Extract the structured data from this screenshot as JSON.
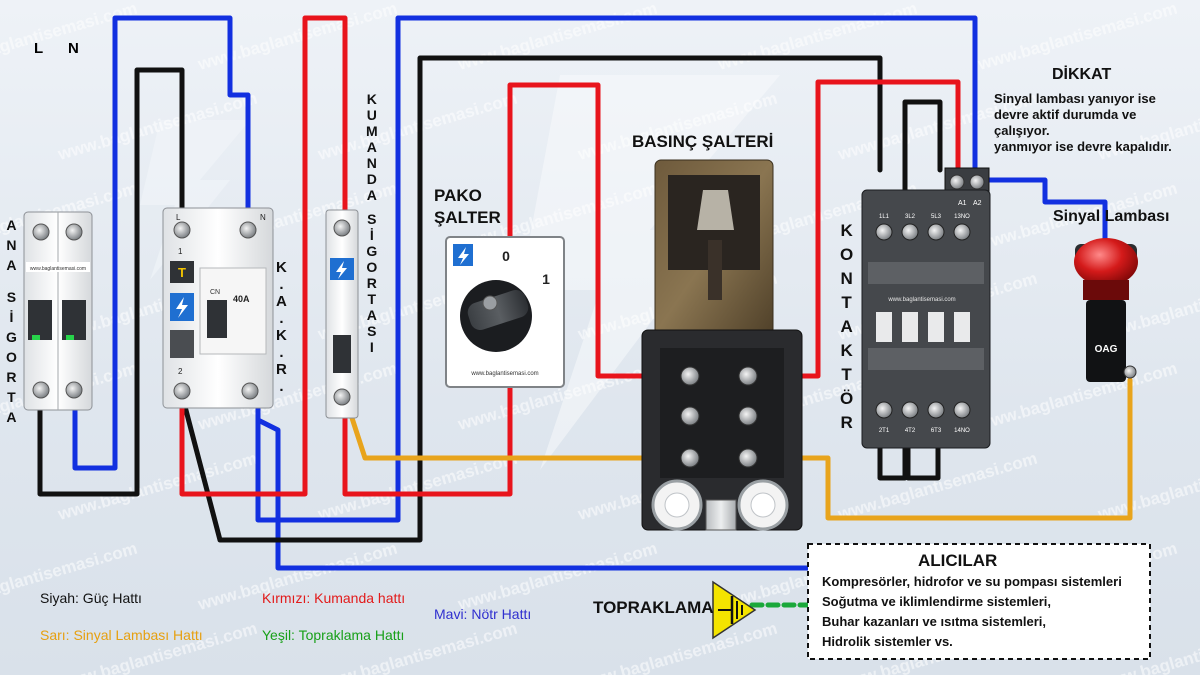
{
  "labels": {
    "l": "L",
    "n": "N",
    "ana_sigorta": "ANA SİGORTA",
    "kakr": "K.A.K.R.",
    "kumanda_sigortasi": "KUMANDA SİGORTASI",
    "pako": "PAKO",
    "salter": "ŞALTER",
    "basinc_salteri": "BASINÇ ŞALTERİ",
    "kontaktor": "KONTAKTÖR",
    "sinyal_lambasi": "Sinyal Lambası",
    "topraklama": "TOPRAKLAMA"
  },
  "dikkat": {
    "title": "DİKKAT",
    "lines": [
      "Sinyal lambası yanıyor ise",
      "devre aktif durumda ve",
      "çalışıyor.",
      "yanmıyor ise devre kapalıdır."
    ]
  },
  "alicilar": {
    "title": "ALICILAR",
    "items": [
      "Kompresörler, hidrofor ve su pompası sistemleri",
      "Soğutma ve iklimlendirme sistemleri,",
      "Buhar kazanları ve ısıtma sistemleri,",
      "Hidrolik sistemler vs."
    ]
  },
  "legend": {
    "black": "Siyah: Güç Hattı",
    "red": "Kırmızı: Kumanda hattı",
    "blue": "Mavi: Nötr Hattı",
    "yellow": "Sarı: Sinyal Lambası Hattı",
    "green": "Yeşil: Topraklama Hattı"
  },
  "device_text": {
    "breaker_brand": "www.baglantisemasi.com",
    "rcd_rating": "40A",
    "rcd_cn": "CN",
    "rcd_t": "T",
    "rcd_t1": "1",
    "rcd_t2": "2",
    "rcd_l": "L",
    "rcd_n": "N",
    "pako_0": "0",
    "pako_1": "1",
    "pako_site": "www.baglantisemasi.com",
    "contactor_site": "www.baglantisemasi.com",
    "contactor_top_terms": [
      "1L1",
      "3L2",
      "5L3",
      "13NO"
    ],
    "contactor_bottom_terms": [
      "2T1",
      "4T2",
      "6T3",
      "14NO"
    ],
    "contactor_a1": "A1",
    "contactor_a2": "A2",
    "lamp_brand": "OAG",
    "watermark": "www.baglantisemasi.com"
  },
  "colors": {
    "power": "#111111",
    "control": "#e8141c",
    "neutral": "#1230e0",
    "signal": "#e8a41c",
    "earth": "#1aa83a",
    "legend_black": "#111111",
    "legend_red": "#e21a1a",
    "legend_blue": "#2f2fcf",
    "legend_yellow": "#e6a010",
    "legend_green": "#18a018"
  }
}
